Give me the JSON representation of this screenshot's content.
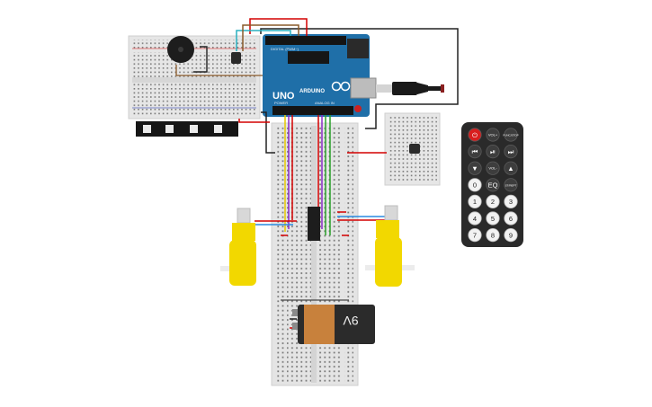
{
  "arduino": {
    "model_label": "UNO",
    "brand_label": "ARDUINO",
    "digital_label": "DIGITAL (PWM~)",
    "power_label": "POWER",
    "analog_label": "ANALOG IN",
    "body_color": "#1f6fa8"
  },
  "battery": {
    "label": "9V",
    "body_color": "#2b2b2b",
    "band_color": "#c8813c"
  },
  "remote": {
    "keys": [
      {
        "label": "⏻",
        "kind": "power"
      },
      {
        "label": "VOL+",
        "kind": "func"
      },
      {
        "label": "FUNC/STOP",
        "kind": "func"
      },
      {
        "label": "⏮",
        "kind": "func"
      },
      {
        "label": "⏯",
        "kind": "func"
      },
      {
        "label": "⏭",
        "kind": "func"
      },
      {
        "label": "▼",
        "kind": "func"
      },
      {
        "label": "VOL-",
        "kind": "func"
      },
      {
        "label": "▲",
        "kind": "func"
      },
      {
        "label": "0",
        "kind": "num"
      },
      {
        "label": "EQ",
        "kind": "func"
      },
      {
        "label": "ST/REPT",
        "kind": "func"
      },
      {
        "label": "1",
        "kind": "num"
      },
      {
        "label": "2",
        "kind": "num"
      },
      {
        "label": "3",
        "kind": "num"
      },
      {
        "label": "4",
        "kind": "num"
      },
      {
        "label": "5",
        "kind": "num"
      },
      {
        "label": "6",
        "kind": "num"
      },
      {
        "label": "7",
        "kind": "num"
      },
      {
        "label": "8",
        "kind": "num"
      },
      {
        "label": "9",
        "kind": "num"
      }
    ]
  },
  "colors": {
    "breadboard": "#e4e4e4",
    "motor_yellow": "#f2d800",
    "wire_red": "#d40000",
    "wire_black": "#222222",
    "wire_purple": "#8a2cc8",
    "wire_green": "#2aa02a",
    "wire_yellow": "#e6c800",
    "wire_blue": "#2a8ae0",
    "wire_brown": "#8a5a2a",
    "wire_cyan": "#2ab0c0",
    "remote_body": "#2a2a2a"
  }
}
